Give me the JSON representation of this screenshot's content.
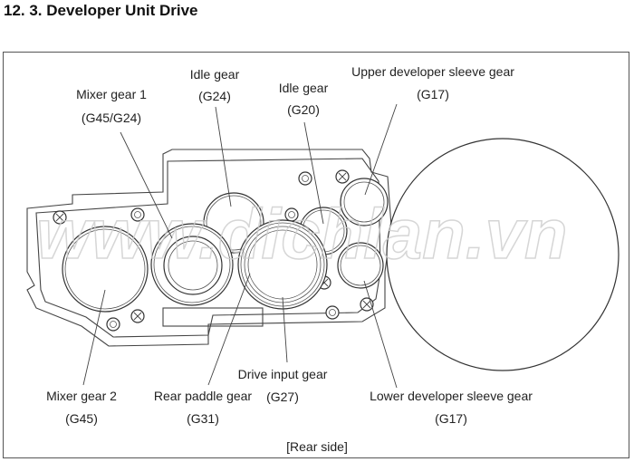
{
  "title": "12. 3.  Developer Unit Drive",
  "watermark": "www.dichlan.vn",
  "labels": {
    "idle_g24": {
      "name": "Idle gear",
      "code": "(G24)"
    },
    "mixer_1": {
      "name": "Mixer gear 1",
      "code": "(G45/G24)"
    },
    "idle_g20": {
      "name": "Idle gear",
      "code": "(G20)"
    },
    "upper_sleeve": {
      "name": "Upper developer sleeve gear",
      "code": "(G17)"
    },
    "mixer_2": {
      "name": "Mixer gear 2",
      "code": "(G45)"
    },
    "rear_paddle": {
      "name": "Rear paddle gear",
      "code": "(G31)"
    },
    "drive_input": {
      "name": "Drive input gear",
      "code": "(G27)"
    },
    "lower_sleeve": {
      "name": "Lower developer sleeve gear",
      "code": "(G17)"
    }
  },
  "caption": "[Rear side]"
}
